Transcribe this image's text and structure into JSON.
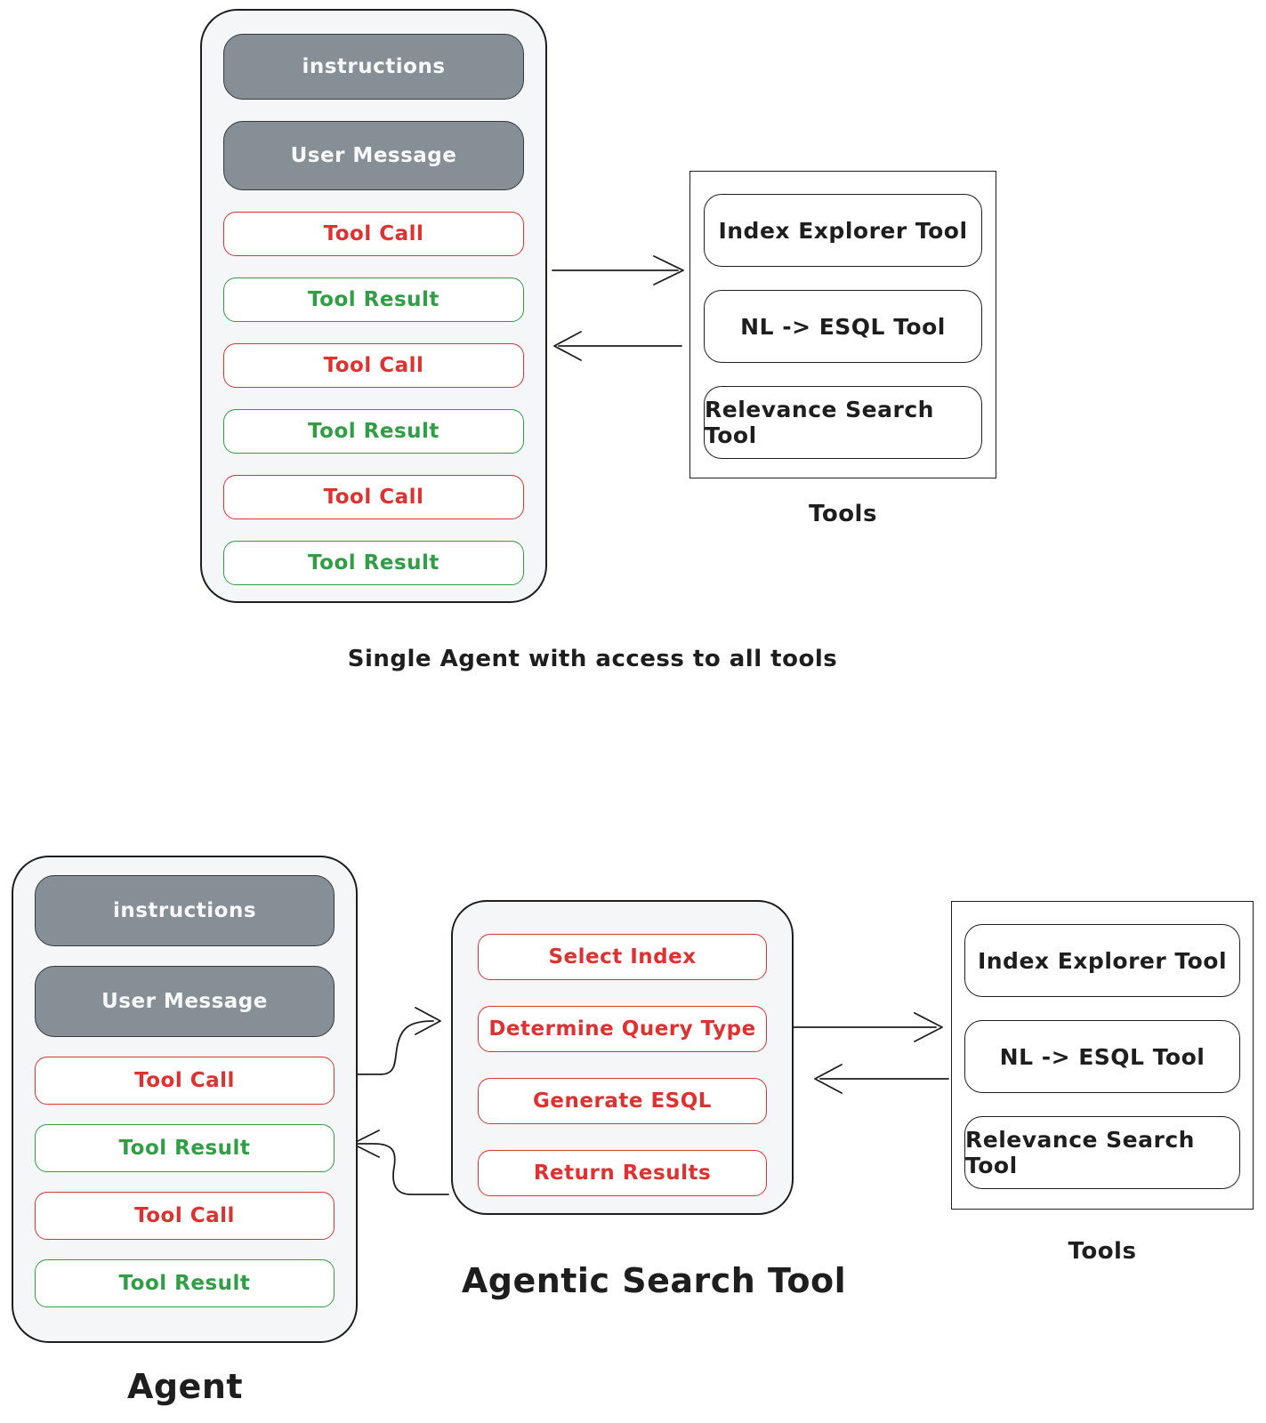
{
  "colors": {
    "red": "#e03131",
    "green": "#2f9e44",
    "dark_gray": "#868e96",
    "container_gray": "#f5f6f8",
    "ink": "#1e1e1e"
  },
  "top_diagram": {
    "agent": {
      "messages": [
        {
          "label": "instructions",
          "type": "system"
        },
        {
          "label": "User Message",
          "type": "system"
        },
        {
          "label": "Tool Call",
          "type": "tool-call"
        },
        {
          "label": "Tool Result",
          "type": "tool-result"
        },
        {
          "label": "Tool Call",
          "type": "tool-call"
        },
        {
          "label": "Tool Result",
          "type": "tool-result"
        },
        {
          "label": "Tool Call",
          "type": "tool-call"
        },
        {
          "label": "Tool Result",
          "type": "tool-result"
        }
      ]
    },
    "tools": {
      "items": [
        {
          "label": "Index Explorer Tool"
        },
        {
          "label": "NL -> ESQL Tool"
        },
        {
          "label": "Relevance Search Tool"
        }
      ],
      "label": "Tools"
    },
    "caption": "Single Agent with access to all tools"
  },
  "bottom_diagram": {
    "agent": {
      "messages": [
        {
          "label": "instructions",
          "type": "system"
        },
        {
          "label": "User Message",
          "type": "system"
        },
        {
          "label": "Tool Call",
          "type": "tool-call"
        },
        {
          "label": "Tool Result",
          "type": "tool-result"
        },
        {
          "label": "Tool Call",
          "type": "tool-call"
        },
        {
          "label": "Tool Result",
          "type": "tool-result"
        }
      ],
      "caption": "Agent"
    },
    "agentic_search_tool": {
      "steps": [
        {
          "label": "Select Index"
        },
        {
          "label": "Determine Query Type"
        },
        {
          "label": "Generate ESQL"
        },
        {
          "label": "Return Results"
        }
      ],
      "caption": "Agentic Search Tool"
    },
    "tools": {
      "items": [
        {
          "label": "Index Explorer Tool"
        },
        {
          "label": "NL -> ESQL Tool"
        },
        {
          "label": "Relevance Search Tool"
        }
      ],
      "label": "Tools"
    }
  }
}
